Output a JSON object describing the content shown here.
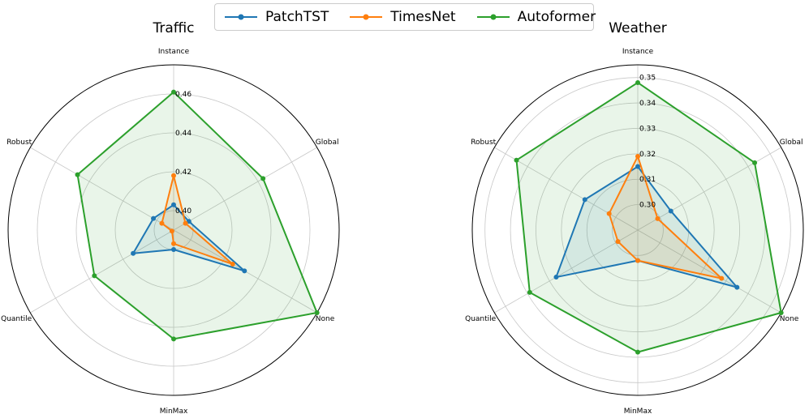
{
  "legend": [
    {
      "name": "PatchTST",
      "color": "#1f77b4"
    },
    {
      "name": "TimesNet",
      "color": "#ff7f0e"
    },
    {
      "name": "Autoformer",
      "color": "#2ca02c"
    }
  ],
  "chart_data": [
    {
      "type": "radar",
      "title": "Traffic",
      "categories": [
        "Instance",
        "Global",
        "None",
        "MinMax",
        "Quantile",
        "Robust"
      ],
      "rlim": [
        0.39,
        0.475
      ],
      "rticks": [
        "0.40",
        "0.42",
        "0.44",
        "0.46"
      ],
      "rtick_values": [
        0.4,
        0.42,
        0.44,
        0.46
      ],
      "grid": true,
      "series": [
        {
          "name": "PatchTST",
          "color": "#1f77b4",
          "values": [
            0.403,
            0.399,
            0.432,
            0.4,
            0.414,
            0.402
          ]
        },
        {
          "name": "TimesNet",
          "color": "#ff7f0e",
          "values": [
            0.418,
            0.397,
            0.425,
            0.397,
            0.391,
            0.397
          ]
        },
        {
          "name": "Autoformer",
          "color": "#2ca02c",
          "values": [
            0.461,
            0.443,
            0.475,
            0.446,
            0.437,
            0.447
          ]
        }
      ]
    },
    {
      "type": "radar",
      "title": "Weather",
      "categories": [
        "Instance",
        "Global",
        "None",
        "MinMax",
        "Quantile",
        "Robust"
      ],
      "rlim": [
        0.29,
        0.355
      ],
      "rticks": [
        "0.30",
        "0.31",
        "0.32",
        "0.33",
        "0.34",
        "0.35"
      ],
      "rtick_values": [
        0.3,
        0.31,
        0.32,
        0.33,
        0.34,
        0.35
      ],
      "grid": true,
      "series": [
        {
          "name": "PatchTST",
          "color": "#1f77b4",
          "values": [
            0.315,
            0.305,
            0.335,
            0.302,
            0.327,
            0.314
          ]
        },
        {
          "name": "TimesNet",
          "color": "#ff7f0e",
          "values": [
            0.319,
            0.299,
            0.328,
            0.302,
            0.299,
            0.303
          ]
        },
        {
          "name": "Autoformer",
          "color": "#2ca02c",
          "values": [
            0.348,
            0.343,
            0.355,
            0.338,
            0.339,
            0.345
          ]
        }
      ]
    }
  ]
}
